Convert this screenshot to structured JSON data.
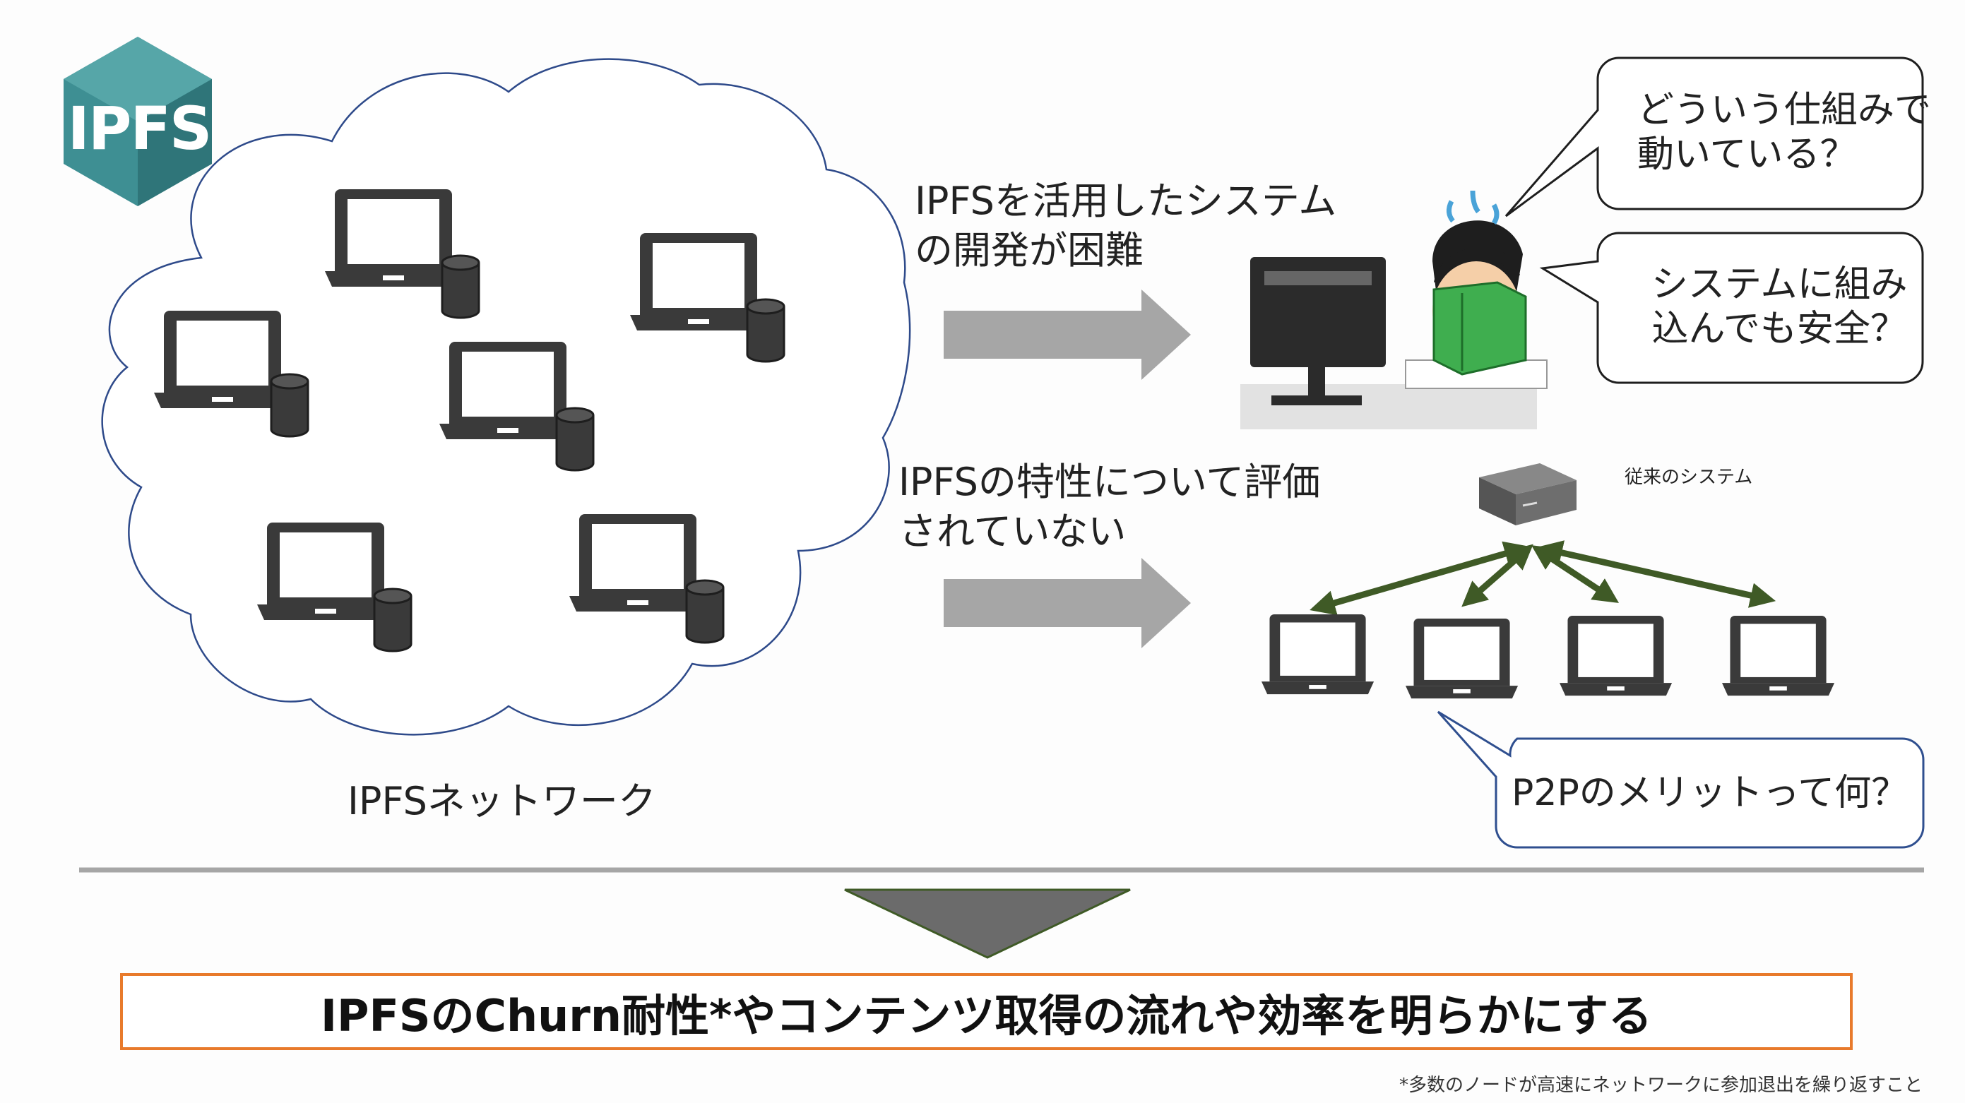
{
  "logo": {
    "text": "IPFS",
    "color": "#3e8f93"
  },
  "network": {
    "label": "IPFSネットワーク"
  },
  "problems": {
    "development": "IPFSを活用したシステム\nの開発が困難",
    "evaluation": "IPFSの特性について評価\nされていない"
  },
  "bubbles": {
    "how_it_works": "どういう仕組みで\n動いている？",
    "is_safe": "システムに組み\n込んでも安全？",
    "p2p_merit": "P2Pのメリットって何？"
  },
  "legacy_system": {
    "label": "従来のシステム"
  },
  "conclusion": {
    "text": "IPFSのChurn耐性*やコンテンツ取得の流れや効率を明らかにする"
  },
  "footnote": "*多数のノードが高速にネットワークに参加退出を繰り返すこと",
  "colors": {
    "arrow_gray": "#a6a6a6",
    "down_arrow": "#6b6b6b",
    "link_green": "#3f5a26",
    "conclusion_border": "#e87a2b",
    "bubble_border": "#2f4f8f",
    "cloud_border": "#2e4a8a"
  }
}
